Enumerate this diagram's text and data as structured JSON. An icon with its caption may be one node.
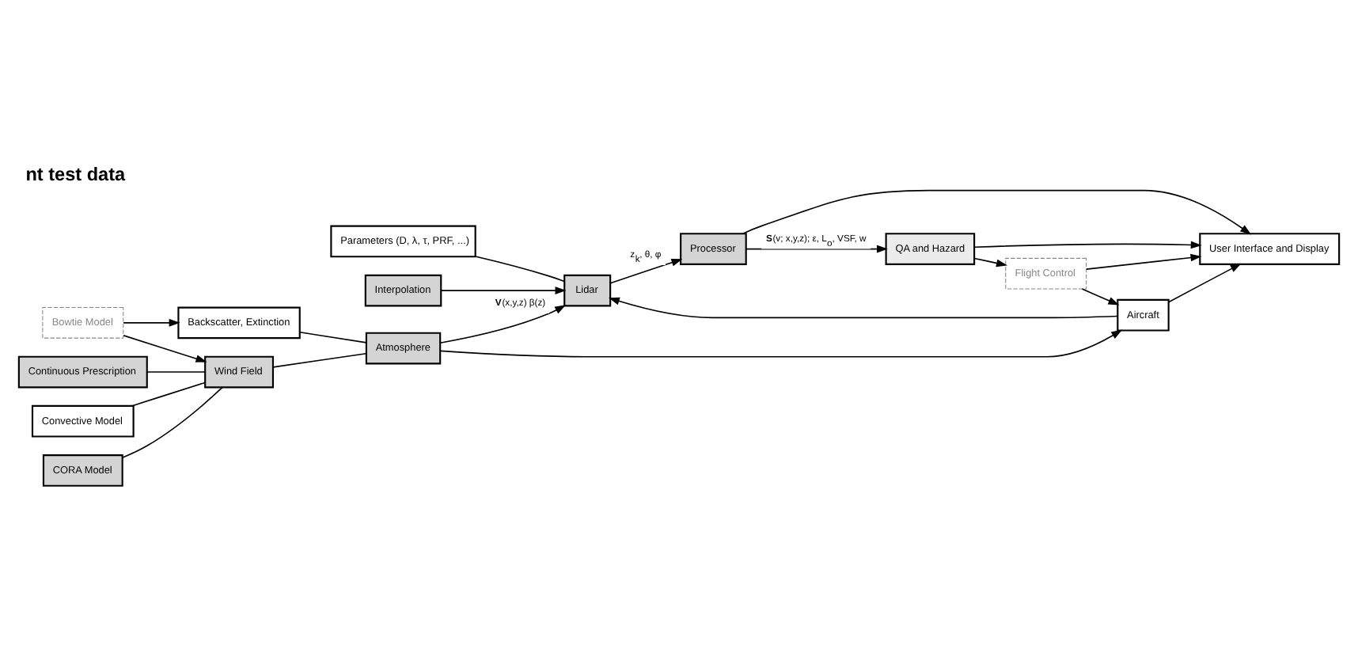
{
  "diagram": {
    "title": "nt test data",
    "nodes": [
      {
        "text": [
          "Interpolation"
        ]
      },
      {
        "text": [
          "Convective Model"
        ]
      },
      {
        "text": [
          "Bowtie Model"
        ]
      },
      {
        "text": [
          "Backscatter, Extinction"
        ]
      },
      {
        "text": [
          "Parameters (D, λ, τ, PRF, ...)"
        ]
      },
      {
        "text": [
          "CORA Model"
        ]
      },
      {
        "text": [
          "Wind Field"
        ]
      },
      {
        "text": [
          "Atmosphere"
        ]
      },
      {
        "text": [
          "Lidar"
        ]
      },
      {
        "text": [
          "Processor"
        ]
      },
      {
        "text": [
          "Continuous Prescription"
        ]
      },
      {
        "text": [
          "QA and Hazard"
        ]
      },
      {
        "text": [
          "Flight Control"
        ]
      },
      {
        "text": [
          "Aircraft"
        ]
      },
      {
        "text": [
          "User Interface and Display"
        ]
      }
    ],
    "edges": [
      {
        "from": 1,
        "to": 6,
        "arrow": "none"
      },
      {
        "from": 5,
        "to": 6,
        "arrow": "none"
      },
      {
        "from": 10,
        "to": 6,
        "arrow": "none"
      },
      {
        "from": 2,
        "to": 6,
        "arrow": "to"
      },
      {
        "from": 2,
        "to": 3,
        "arrow": "to"
      },
      {
        "from": 3,
        "to": 7,
        "arrow": "none"
      },
      {
        "from": 6,
        "to": 7,
        "arrow": "none"
      },
      {
        "from": 7,
        "to": 8,
        "arrow": "to",
        "label": "**V**(x,y,z) β(z)"
      },
      {
        "from": 0,
        "to": 8,
        "arrow": "to"
      },
      {
        "from": 4,
        "to": 8,
        "arrow": "none"
      },
      {
        "from": 8,
        "to": 9,
        "arrow": "to",
        "label": "z$_{k}$, θ, φ"
      },
      {
        "from": 9,
        "to": 11,
        "arrow": "to",
        "label": "**S**(v; x,y,z); ε, L$_{o}$, VSF, w"
      },
      {
        "from": 7,
        "to": 13,
        "arrow": "to"
      },
      {
        "from": 11,
        "to": 12,
        "arrow": "to"
      },
      {
        "from": 13,
        "to": 8,
        "arrow": "to"
      },
      {
        "from": 12,
        "to": 13,
        "arrow": "to"
      },
      {
        "from": 12,
        "to": 14,
        "arrow": "to"
      },
      {
        "from": 13,
        "to": 14,
        "arrow": "to"
      },
      {
        "from": 11,
        "to": 14,
        "arrow": "to"
      },
      {
        "from": 9,
        "to": 14,
        "arrow": "to"
      }
    ]
  }
}
